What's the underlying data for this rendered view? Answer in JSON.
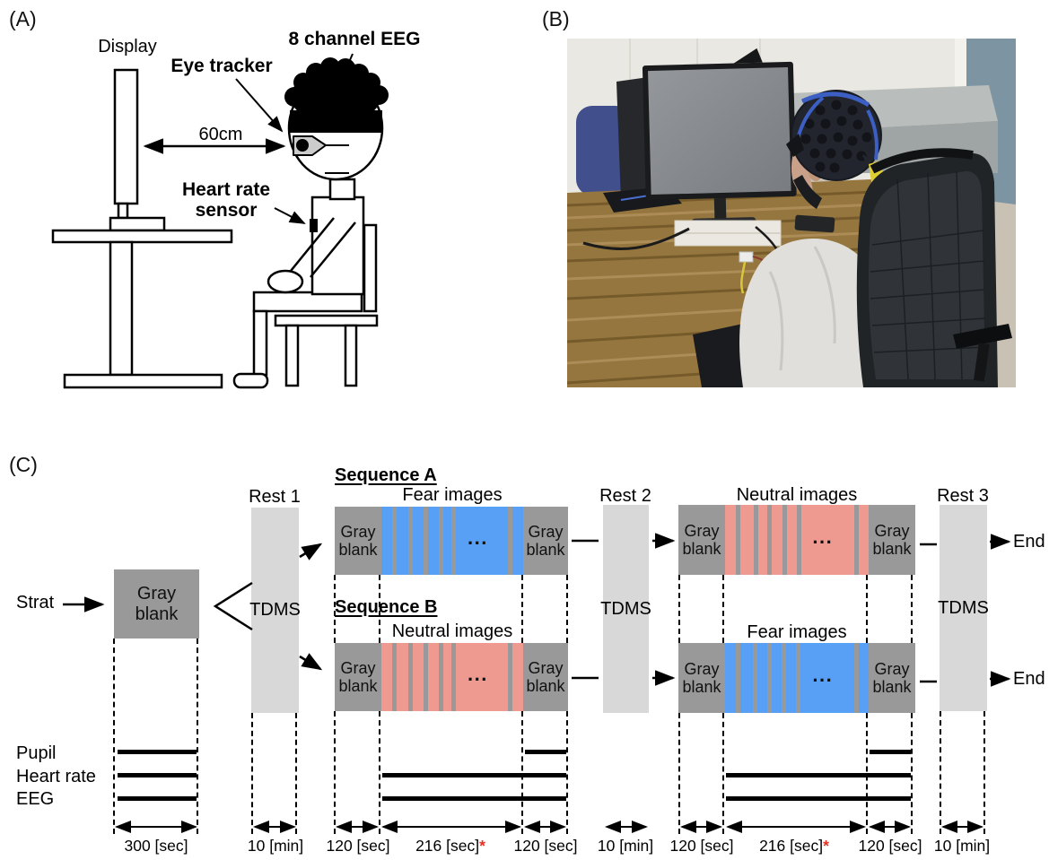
{
  "panel_a": {
    "tag": "(A)",
    "display_label": "Display",
    "eye_tracker_label": "Eye tracker",
    "eeg_label": "8 channel EEG",
    "distance_label": "60cm",
    "heart_sensor_lines": [
      "Heart rate",
      "sensor"
    ]
  },
  "panel_b": {
    "tag": "(B)"
  },
  "panel_c": {
    "tag": "(C)",
    "start_label": "Strat",
    "end_label": "End",
    "rest_labels": [
      "Rest 1",
      "Rest 2",
      "Rest 3"
    ],
    "tdms_label": "TDMS",
    "sequence_a_title": "Sequence A",
    "sequence_b_title": "Sequence B",
    "fear_label": "Fear images",
    "neutral_label": "Neutral images",
    "gray_blank_lines": [
      "Gray",
      "blank"
    ],
    "ellipsis": "...",
    "signal_labels": [
      "Pupil",
      "Heart rate",
      "EEG"
    ],
    "durations": [
      "300 [sec]",
      "10 [min]",
      "120 [sec]",
      "216 [sec]",
      "120 [sec]",
      "10 [min]",
      "120 [sec]",
      "216 [sec]",
      "120 [sec]",
      "10 [min]"
    ],
    "star": "*",
    "colors": {
      "gray_blank": "#999999",
      "tdms_rest": "#d8d8d8",
      "fear_blue": "#58a0f6",
      "neutral_pink": "#ef9a90",
      "star_red": "#e53022"
    }
  }
}
